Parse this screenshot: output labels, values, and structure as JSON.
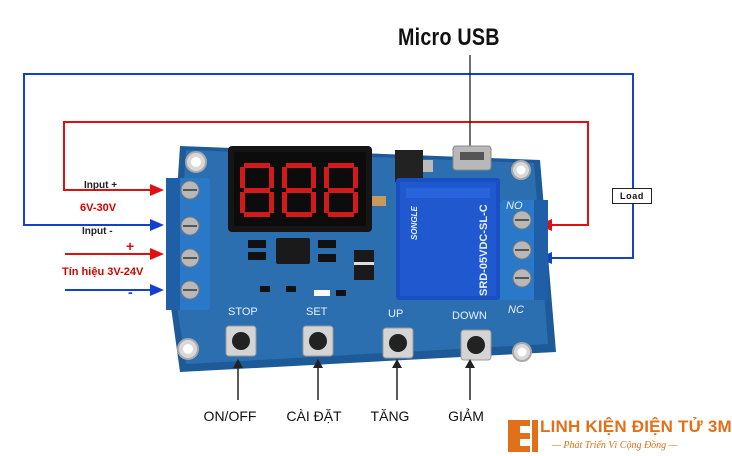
{
  "title": "Micro USB",
  "wires": {
    "input_plus": "Input +",
    "voltage": "6V-30V",
    "input_minus": "Input -",
    "signal_plus": "+",
    "signal": "Tín hiệu 3V-24V",
    "signal_minus": "-",
    "load": "Load"
  },
  "board": {
    "buttons": [
      "STOP",
      "SET",
      "UP",
      "DOWN"
    ],
    "terminal": [
      "NO",
      "NC"
    ],
    "relay_brand": "SONGLE",
    "relay_model": "SRD-05VDC-SL-C"
  },
  "buttons": [
    "ON/OFF",
    "CÀI ĐẶT",
    "TĂNG",
    "GIẢM"
  ],
  "brand": {
    "name": "LINH KIỆN ĐIỆN TỬ 3M",
    "slogan": "— Phát Triển Vì Cộng Đồng —"
  },
  "colors": {
    "red_wire": "#e01010",
    "blue_wire": "#1440d0",
    "board": "#2b6fb0",
    "accent": "#e0711a"
  }
}
